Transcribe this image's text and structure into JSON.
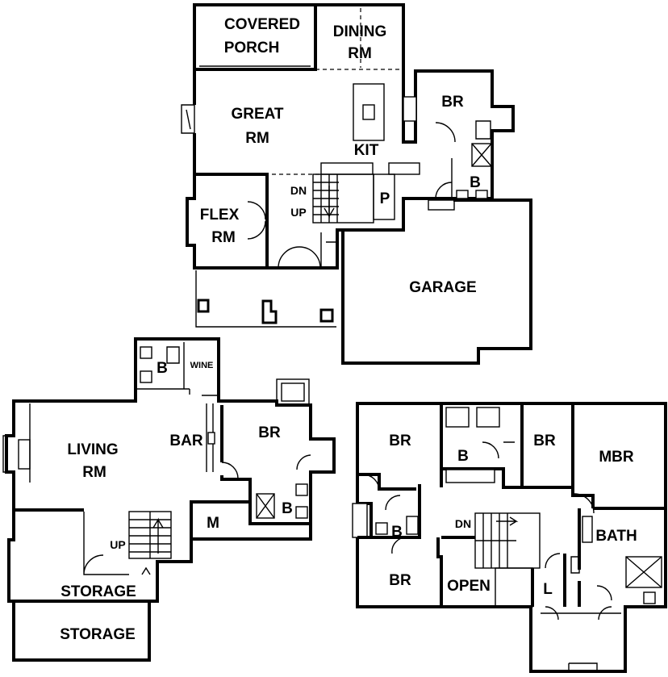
{
  "main_floor": {
    "covered_porch": [
      "COVERED",
      "PORCH"
    ],
    "dining": [
      "DINING",
      "RM"
    ],
    "great_room": [
      "GREAT",
      "RM"
    ],
    "kitchen": "KIT",
    "bedroom": "BR",
    "bath": "B",
    "pantry": "P",
    "stairs_down": "DN",
    "stairs_up": "UP",
    "flex_room": [
      "FLEX",
      "RM"
    ],
    "garage": "GARAGE"
  },
  "lower_level": {
    "bath": "B",
    "wine": "WINE",
    "living_room": [
      "LIVING",
      "RM"
    ],
    "bar": "BAR",
    "bedroom": "BR",
    "bath2": "B",
    "mechanical": "M",
    "stairs_up": "UP",
    "storage1": "STORAGE",
    "storage2": "STORAGE"
  },
  "upper_floor": {
    "bedroom1": "BR",
    "bath1": "B",
    "bedroom2": "BR",
    "master_bedroom": "MBR",
    "bath2": "B",
    "stairs_down": "DN",
    "master_bath": "BATH",
    "bedroom3": "BR",
    "open": "OPEN",
    "laundry": "L"
  }
}
